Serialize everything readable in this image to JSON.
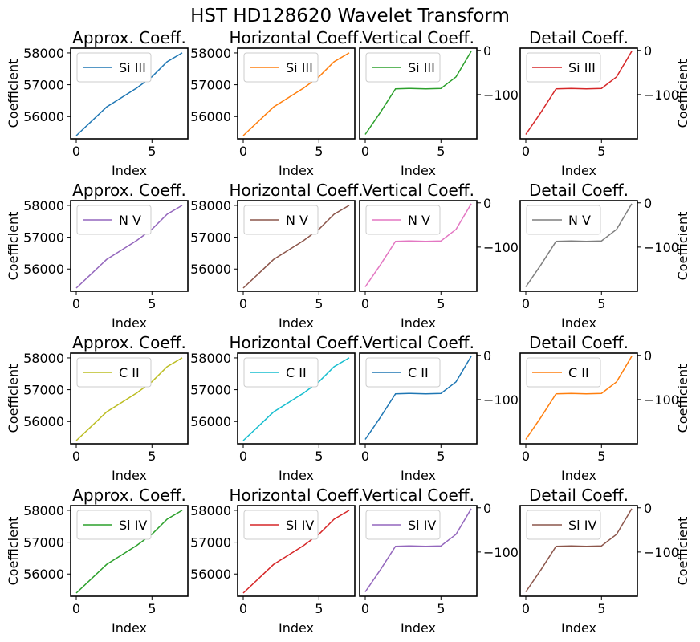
{
  "figure": {
    "title": "HST HD128620 Wavelet Transform"
  },
  "chart_data": [
    {
      "type": "line",
      "row": 0,
      "col": 0,
      "title": "Approx. Coeff.",
      "xlabel": "Index",
      "ylabel": "Coefficient",
      "legend": "Si III",
      "color": "#1f77b4",
      "x": [
        0,
        1,
        2,
        3,
        4,
        5,
        6,
        7
      ],
      "y": [
        55400,
        55850,
        56300,
        56600,
        56900,
        57250,
        57720,
        58000
      ],
      "xlim": [
        -0.35,
        7.35
      ],
      "ylim": [
        55300,
        58150
      ],
      "yticks": [
        56000,
        57000,
        58000
      ],
      "xticks": [
        0,
        5
      ],
      "yaxis": "left"
    },
    {
      "type": "line",
      "row": 0,
      "col": 1,
      "title": "Horizontal Coeff.",
      "xlabel": "Index",
      "ylabel": "",
      "legend": "Si III",
      "color": "#ff7f0e",
      "x": [
        0,
        1,
        2,
        3,
        4,
        5,
        6,
        7
      ],
      "y": [
        55400,
        55850,
        56300,
        56600,
        56900,
        57250,
        57720,
        58000
      ],
      "xlim": [
        -0.35,
        7.35
      ],
      "ylim": [
        55300,
        58150
      ],
      "yticks": [
        56000,
        57000,
        58000
      ],
      "xticks": [
        0,
        5
      ],
      "yaxis": "left"
    },
    {
      "type": "line",
      "row": 0,
      "col": 2,
      "title": "Vertical Coeff.",
      "xlabel": "Index",
      "ylabel": "",
      "legend": "Si III",
      "color": "#2ca02c",
      "x": [
        0,
        1,
        2,
        3,
        4,
        5,
        6,
        7
      ],
      "y": [
        -190,
        -140,
        -87,
        -86,
        -87,
        -86,
        -60,
        -2
      ],
      "xlim": [
        -0.35,
        7.35
      ],
      "ylim": [
        -200,
        5
      ],
      "yticks": [
        -100,
        0
      ],
      "xticks": [
        0,
        5
      ],
      "yaxis": "right"
    },
    {
      "type": "line",
      "row": 0,
      "col": 3,
      "title": "Detail Coeff.",
      "xlabel": "Index",
      "ylabel": "Coefficient",
      "legend": "Si III",
      "color": "#d62728",
      "x": [
        0,
        1,
        2,
        3,
        4,
        5,
        6,
        7
      ],
      "y": [
        -190,
        -140,
        -87,
        -86,
        -87,
        -86,
        -60,
        -2
      ],
      "xlim": [
        -0.35,
        7.35
      ],
      "ylim": [
        -200,
        5
      ],
      "yticks": [
        -100,
        0
      ],
      "xticks": [
        0,
        5
      ],
      "yaxis": "right"
    },
    {
      "type": "line",
      "row": 1,
      "col": 0,
      "title": "Approx. Coeff.",
      "xlabel": "Index",
      "ylabel": "Coefficient",
      "legend": "N V",
      "color": "#9467bd",
      "x": [
        0,
        1,
        2,
        3,
        4,
        5,
        6,
        7
      ],
      "y": [
        55400,
        55850,
        56300,
        56600,
        56900,
        57250,
        57720,
        58000
      ],
      "xlim": [
        -0.35,
        7.35
      ],
      "ylim": [
        55300,
        58150
      ],
      "yticks": [
        56000,
        57000,
        58000
      ],
      "xticks": [
        0,
        5
      ],
      "yaxis": "left"
    },
    {
      "type": "line",
      "row": 1,
      "col": 1,
      "title": "Horizontal Coeff.",
      "xlabel": "Index",
      "ylabel": "",
      "legend": "N V",
      "color": "#8c564b",
      "x": [
        0,
        1,
        2,
        3,
        4,
        5,
        6,
        7
      ],
      "y": [
        55400,
        55850,
        56300,
        56600,
        56900,
        57250,
        57720,
        58000
      ],
      "xlim": [
        -0.35,
        7.35
      ],
      "ylim": [
        55300,
        58150
      ],
      "yticks": [
        56000,
        57000,
        58000
      ],
      "xticks": [
        0,
        5
      ],
      "yaxis": "left"
    },
    {
      "type": "line",
      "row": 1,
      "col": 2,
      "title": "Vertical Coeff.",
      "xlabel": "Index",
      "ylabel": "",
      "legend": "N V",
      "color": "#e377c2",
      "x": [
        0,
        1,
        2,
        3,
        4,
        5,
        6,
        7
      ],
      "y": [
        -190,
        -140,
        -87,
        -86,
        -87,
        -86,
        -60,
        -2
      ],
      "xlim": [
        -0.35,
        7.35
      ],
      "ylim": [
        -200,
        5
      ],
      "yticks": [
        -100,
        0
      ],
      "xticks": [
        0,
        5
      ],
      "yaxis": "right"
    },
    {
      "type": "line",
      "row": 1,
      "col": 3,
      "title": "Detail Coeff.",
      "xlabel": "Index",
      "ylabel": "Coefficient",
      "legend": "N V",
      "color": "#7f7f7f",
      "x": [
        0,
        1,
        2,
        3,
        4,
        5,
        6,
        7
      ],
      "y": [
        -190,
        -140,
        -87,
        -86,
        -87,
        -86,
        -60,
        -2
      ],
      "xlim": [
        -0.35,
        7.35
      ],
      "ylim": [
        -200,
        5
      ],
      "yticks": [
        -100,
        0
      ],
      "xticks": [
        0,
        5
      ],
      "yaxis": "right"
    },
    {
      "type": "line",
      "row": 2,
      "col": 0,
      "title": "Approx. Coeff.",
      "xlabel": "Index",
      "ylabel": "Coefficient",
      "legend": "C II",
      "color": "#bcbd22",
      "x": [
        0,
        1,
        2,
        3,
        4,
        5,
        6,
        7
      ],
      "y": [
        55400,
        55850,
        56300,
        56600,
        56900,
        57250,
        57720,
        58000
      ],
      "xlim": [
        -0.35,
        7.35
      ],
      "ylim": [
        55300,
        58150
      ],
      "yticks": [
        56000,
        57000,
        58000
      ],
      "xticks": [
        0,
        5
      ],
      "yaxis": "left"
    },
    {
      "type": "line",
      "row": 2,
      "col": 1,
      "title": "Horizontal Coeff.",
      "xlabel": "Index",
      "ylabel": "",
      "legend": "C II",
      "color": "#17becf",
      "x": [
        0,
        1,
        2,
        3,
        4,
        5,
        6,
        7
      ],
      "y": [
        55400,
        55850,
        56300,
        56600,
        56900,
        57250,
        57720,
        58000
      ],
      "xlim": [
        -0.35,
        7.35
      ],
      "ylim": [
        55300,
        58150
      ],
      "yticks": [
        56000,
        57000,
        58000
      ],
      "xticks": [
        0,
        5
      ],
      "yaxis": "left"
    },
    {
      "type": "line",
      "row": 2,
      "col": 2,
      "title": "Vertical Coeff.",
      "xlabel": "Index",
      "ylabel": "",
      "legend": "C II",
      "color": "#1f77b4",
      "x": [
        0,
        1,
        2,
        3,
        4,
        5,
        6,
        7
      ],
      "y": [
        -190,
        -140,
        -87,
        -86,
        -87,
        -86,
        -60,
        -2
      ],
      "xlim": [
        -0.35,
        7.35
      ],
      "ylim": [
        -200,
        5
      ],
      "yticks": [
        -100,
        0
      ],
      "xticks": [
        0,
        5
      ],
      "yaxis": "right"
    },
    {
      "type": "line",
      "row": 2,
      "col": 3,
      "title": "Detail Coeff.",
      "xlabel": "Index",
      "ylabel": "Coefficient",
      "legend": "C II",
      "color": "#ff7f0e",
      "x": [
        0,
        1,
        2,
        3,
        4,
        5,
        6,
        7
      ],
      "y": [
        -190,
        -140,
        -87,
        -86,
        -87,
        -86,
        -60,
        -2
      ],
      "xlim": [
        -0.35,
        7.35
      ],
      "ylim": [
        -200,
        5
      ],
      "yticks": [
        -100,
        0
      ],
      "xticks": [
        0,
        5
      ],
      "yaxis": "right"
    },
    {
      "type": "line",
      "row": 3,
      "col": 0,
      "title": "Approx. Coeff.",
      "xlabel": "Index",
      "ylabel": "Coefficient",
      "legend": "Si IV",
      "color": "#2ca02c",
      "x": [
        0,
        1,
        2,
        3,
        4,
        5,
        6,
        7
      ],
      "y": [
        55400,
        55850,
        56300,
        56600,
        56900,
        57250,
        57720,
        58000
      ],
      "xlim": [
        -0.35,
        7.35
      ],
      "ylim": [
        55300,
        58150
      ],
      "yticks": [
        56000,
        57000,
        58000
      ],
      "xticks": [
        0,
        5
      ],
      "yaxis": "left"
    },
    {
      "type": "line",
      "row": 3,
      "col": 1,
      "title": "Horizontal Coeff.",
      "xlabel": "Index",
      "ylabel": "",
      "legend": "Si IV",
      "color": "#d62728",
      "x": [
        0,
        1,
        2,
        3,
        4,
        5,
        6,
        7
      ],
      "y": [
        55400,
        55850,
        56300,
        56600,
        56900,
        57250,
        57720,
        58000
      ],
      "xlim": [
        -0.35,
        7.35
      ],
      "ylim": [
        55300,
        58150
      ],
      "yticks": [
        56000,
        57000,
        58000
      ],
      "xticks": [
        0,
        5
      ],
      "yaxis": "left"
    },
    {
      "type": "line",
      "row": 3,
      "col": 2,
      "title": "Vertical Coeff.",
      "xlabel": "Index",
      "ylabel": "",
      "legend": "Si IV",
      "color": "#9467bd",
      "x": [
        0,
        1,
        2,
        3,
        4,
        5,
        6,
        7
      ],
      "y": [
        -190,
        -140,
        -87,
        -86,
        -87,
        -86,
        -60,
        -2
      ],
      "xlim": [
        -0.35,
        7.35
      ],
      "ylim": [
        -200,
        5
      ],
      "yticks": [
        -100,
        0
      ],
      "xticks": [
        0,
        5
      ],
      "yaxis": "right"
    },
    {
      "type": "line",
      "row": 3,
      "col": 3,
      "title": "Detail Coeff.",
      "xlabel": "Index",
      "ylabel": "Coefficient",
      "legend": "Si IV",
      "color": "#8c564b",
      "x": [
        0,
        1,
        2,
        3,
        4,
        5,
        6,
        7
      ],
      "y": [
        -190,
        -140,
        -87,
        -86,
        -87,
        -86,
        -60,
        -2
      ],
      "xlim": [
        -0.35,
        7.35
      ],
      "ylim": [
        -200,
        5
      ],
      "yticks": [
        -100,
        0
      ],
      "xticks": [
        0,
        5
      ],
      "yaxis": "right"
    }
  ]
}
